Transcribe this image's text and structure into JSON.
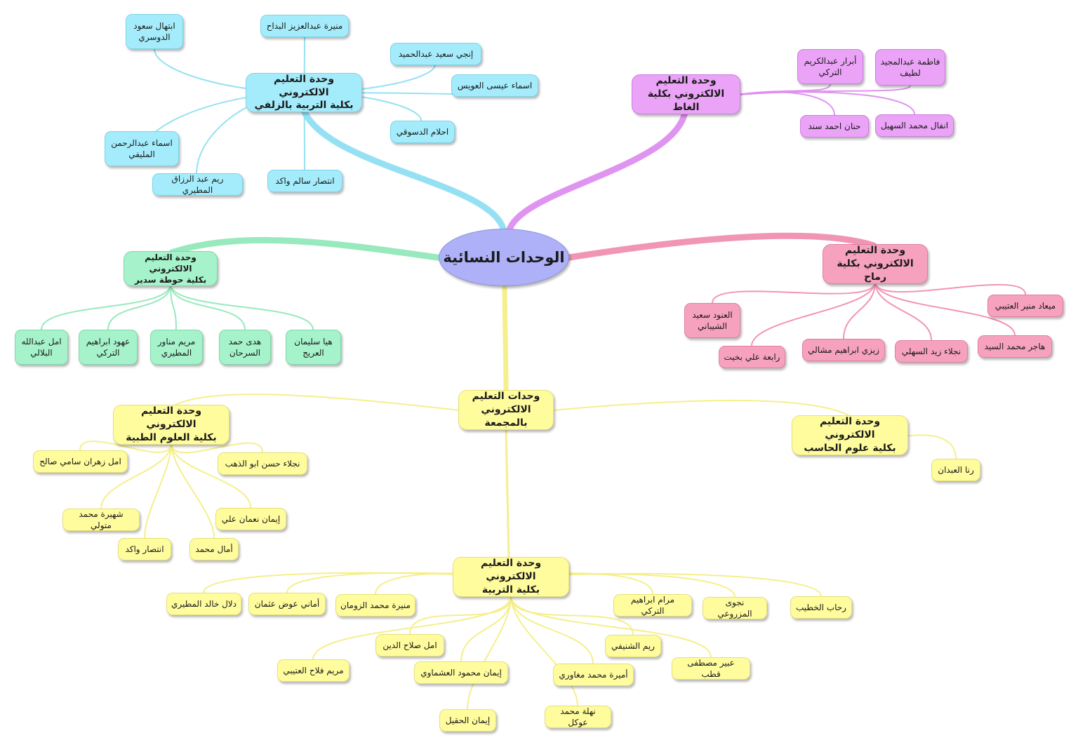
{
  "colors": {
    "yellow": "#fffc9e",
    "cyan": "#a4ecfb",
    "pink": "#f6a2bf",
    "violet": "#eaa3f6",
    "green": "#a6f3cb",
    "root": "#aeb1f7",
    "link_yellow": "#f4ee86",
    "link_cyan": "#8fdff2",
    "link_pink": "#f08fb0",
    "link_violet": "#de8ef0",
    "link_green": "#92e8bb"
  },
  "nodes": {
    "root": "الوحدات النسائية",
    "zulfi": "وحدة التعليم الالكتروني\nبكلية التربية بالزلفي",
    "z1": "منيرة عبدالعزيز البداح",
    "z2": "ابتهال سعود\nالدوسري",
    "z3": "إنجي سعيد عبدالحميد",
    "z4": "اسماء عيسى العويس",
    "z5": "احلام الدسوقي",
    "z6": "اسماء عبدالرحمن\nالمليفي",
    "z7": "ريم عبد الرزاق المطيري",
    "z8": "انتصار سالم واكد",
    "ghat": "وحدة التعليم\nالالكتروني بكلية الغاط",
    "g1": "أبرار عبدالكريم\nالتركي",
    "g2": "فاطمة عبدالمجيد\nلطيف",
    "g3": "حنان احمد سند",
    "g4": "انفال محمد السهيل",
    "hawta": "وحدة التعليم الالكتروني\nبكلية حوطة سدير",
    "h1": "امل عبدالله\nالبلالي",
    "h2": "عهود ابراهيم\nالتركي",
    "h3": "مريم مناور\nالمطيري",
    "h4": "هدى حمد\nالسرحان",
    "h5": "هيا سليمان\nالعريج",
    "rumah": "وحدة التعليم\nالالكتروني بكلية رماح",
    "r1": "ميعاد منير العتيبي",
    "r2": "العنود سعيد\nالشيباني",
    "r3": "رابعة علي بخيت",
    "r4": "زيزي ابراهيم مشالي",
    "r5": "نجلاء زيد السهلي",
    "r6": "هاجر محمد السيد",
    "majmaah": "وحدات التعليم\nالالكتروني بالمجمعة",
    "medical": "وحدة التعليم الالكتروني\nبكلية العلوم الطبية",
    "m1": "امل زهران سامي صالح",
    "m2": "نجلاء حسن ابو الذهب",
    "m3": "شهيرة محمد متولي",
    "m4": "إيمان نعمان علي",
    "m5": "انتصار واكد",
    "m6": "أمال محمد",
    "computer": "وحدة التعليم الالكتروني\nبكلية علوم الحاسب",
    "c1": "رنا العبدان",
    "education": "وحدة التعليم الالكتروني\nبكلية التربية",
    "e1": "دلال خالد المطيري",
    "e2": "أماني عوض عثمان",
    "e3": "منيرة محمد الزومان",
    "e4": "مرام ابراهيم التركي",
    "e5": "نجوى المزروعي",
    "e6": "رحاب الخطيب",
    "e7": "امل صلاح الدين",
    "e8": "ريم الشنيفي",
    "e9": "مريم فلاح العتيبي",
    "e10": "إيمان محمود العشماوي",
    "e11": "أميرة محمد مغاوري",
    "e12": "عبير مصطفى قطب",
    "e13": "إيمان الحقيل",
    "e14": "نهلة محمد عوكل"
  }
}
